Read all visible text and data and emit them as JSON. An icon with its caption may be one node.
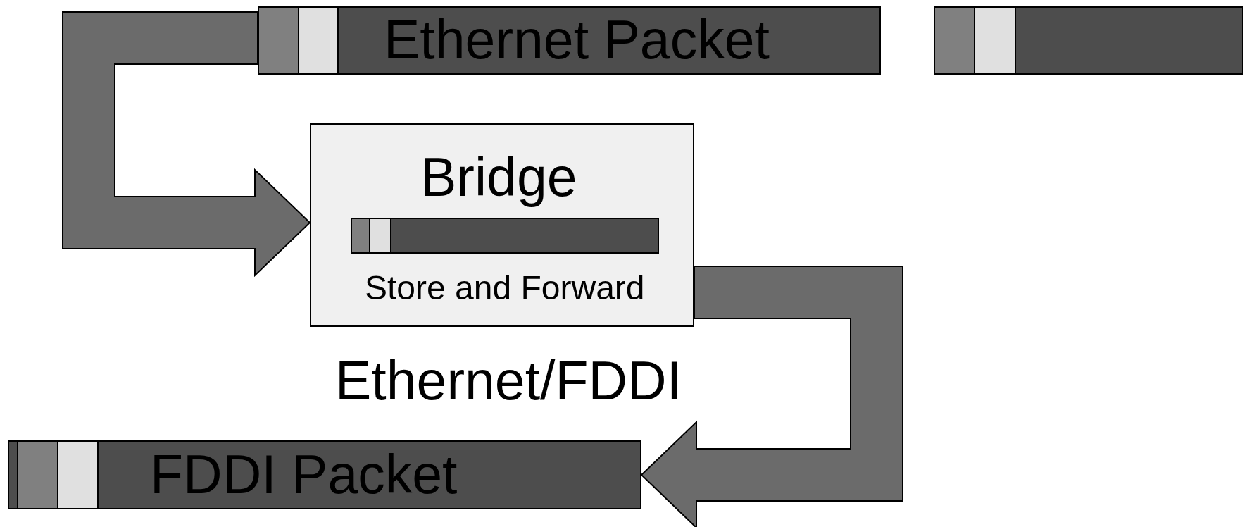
{
  "diagram": {
    "nodes": [
      {
        "text": [
          "Ethernet Packet"
        ]
      },
      {
        "text": [],
        "shape": "bar"
      },
      {
        "text": [
          "Bridge",
          "Store and Forward"
        ]
      },
      {
        "text": [],
        "shape": "bar",
        "in": 2
      },
      {
        "text": [
          "FDDI Packet"
        ]
      }
    ],
    "edges": [
      {
        "from": 0,
        "to": 2,
        "arrow": "to",
        "style": "thick"
      },
      {
        "from": 2,
        "to": 4,
        "arrow": "to",
        "style": "thick"
      }
    ],
    "labels": [
      "Ethernet/FDDI"
    ]
  }
}
